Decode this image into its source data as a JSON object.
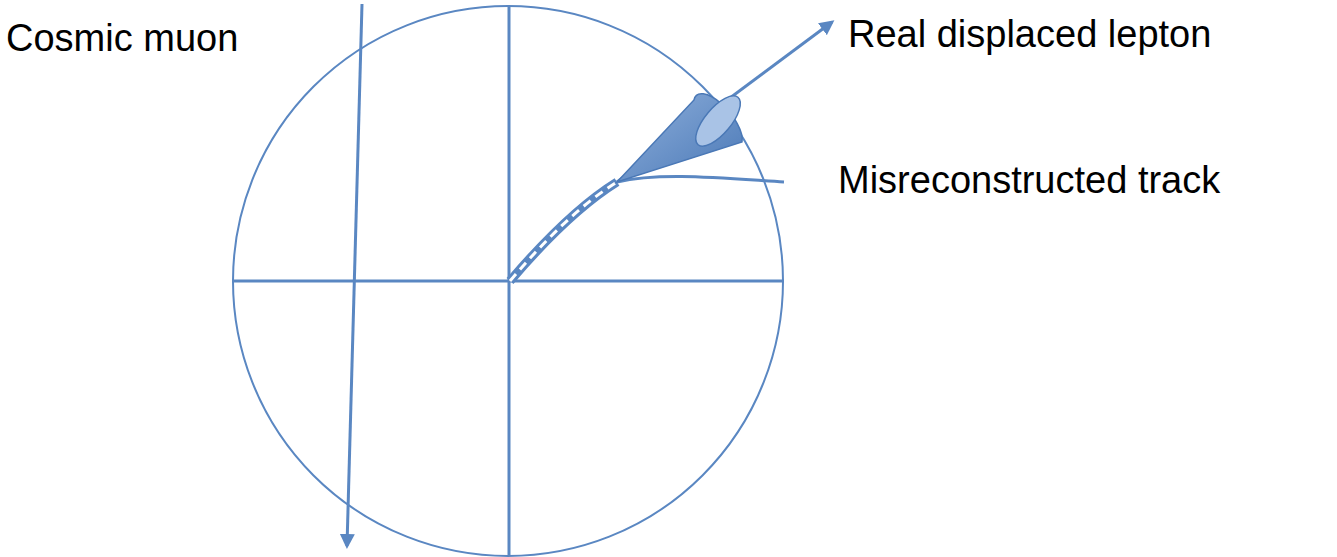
{
  "diagram": {
    "labels": [
      "Cosmic muon",
      "Real displaced lepton",
      "Misreconstructed track"
    ]
  }
}
